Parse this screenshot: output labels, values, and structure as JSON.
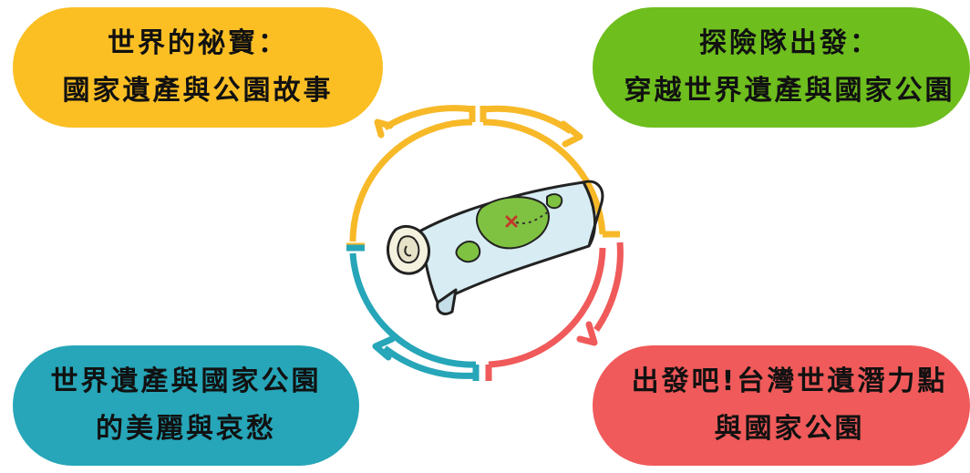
{
  "cards": [
    {
      "id": "card-tl",
      "color": "#FBBF24",
      "lines": [
        "世界的祕寶：",
        "國家遺產與公園故事"
      ]
    },
    {
      "id": "card-tr",
      "color": "#6EBE1E",
      "lines": [
        "探險隊出發：",
        "穿越世界遺產與國家公園"
      ]
    },
    {
      "id": "card-bl",
      "color": "#26A6B8",
      "lines": [
        "世界遺產與國家公園",
        "的美麗與哀愁"
      ]
    },
    {
      "id": "card-br",
      "color": "#F05A5A",
      "lines": [
        "出發吧!台灣世遺潛力點",
        "與國家公園"
      ]
    }
  ],
  "arcs": {
    "yellow": "#F7B928",
    "teal": "#26A6B8",
    "red": "#F05A5A"
  },
  "center_icon": "treasure-map-scroll-icon"
}
